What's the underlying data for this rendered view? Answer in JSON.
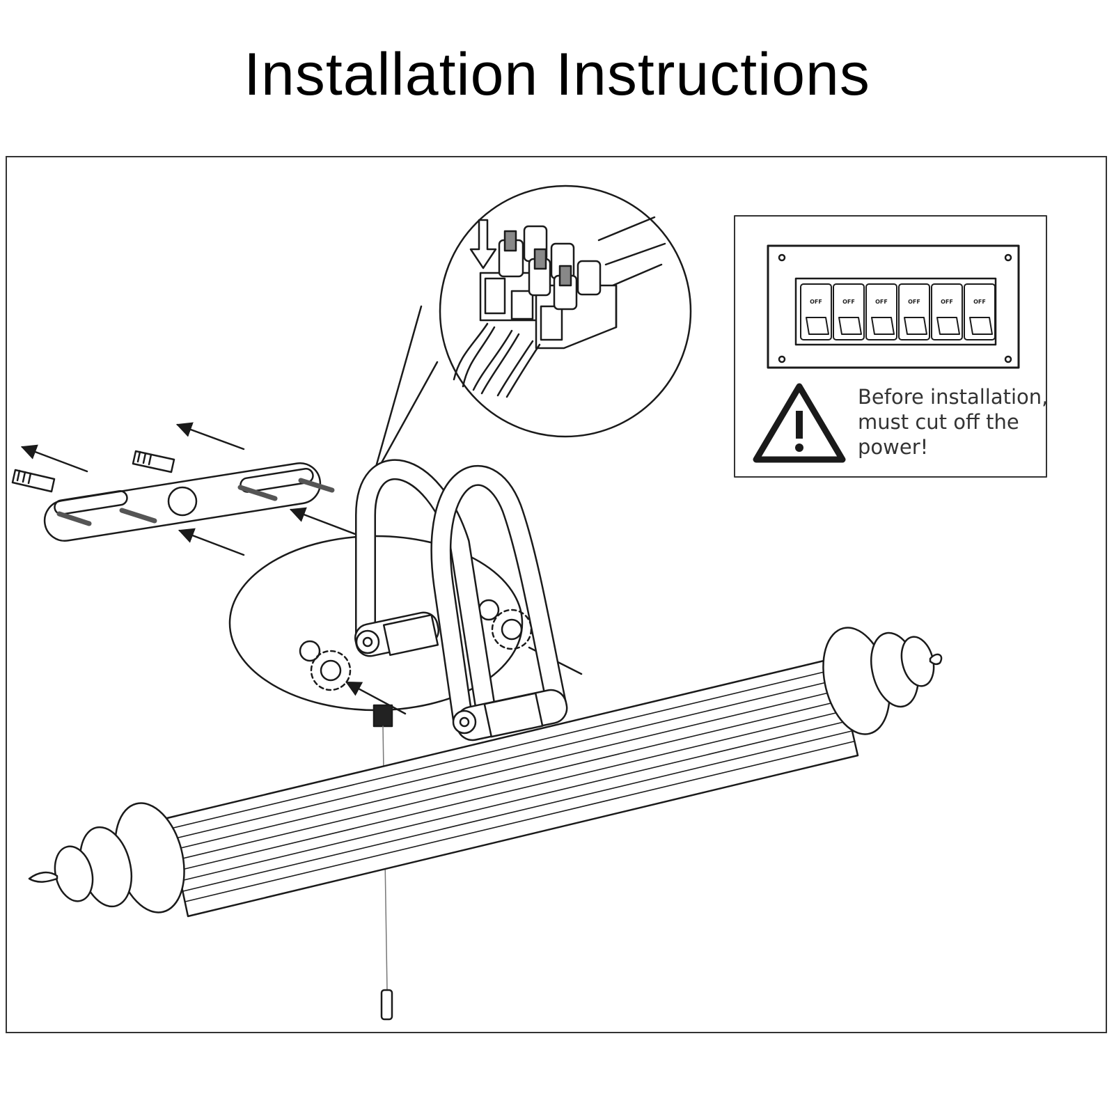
{
  "title": "Installation Instructions",
  "warning": {
    "lines": [
      "Before installation,",
      "must cut off the",
      "power!"
    ],
    "icon": "warning-triangle-icon"
  },
  "breaker_panel": {
    "switch_labels": [
      "OFF",
      "OFF",
      "OFF",
      "OFF",
      "OFF",
      "OFF"
    ]
  },
  "colors": {
    "line": "#1a1a1a",
    "background": "#ffffff",
    "frame": "#333333"
  }
}
